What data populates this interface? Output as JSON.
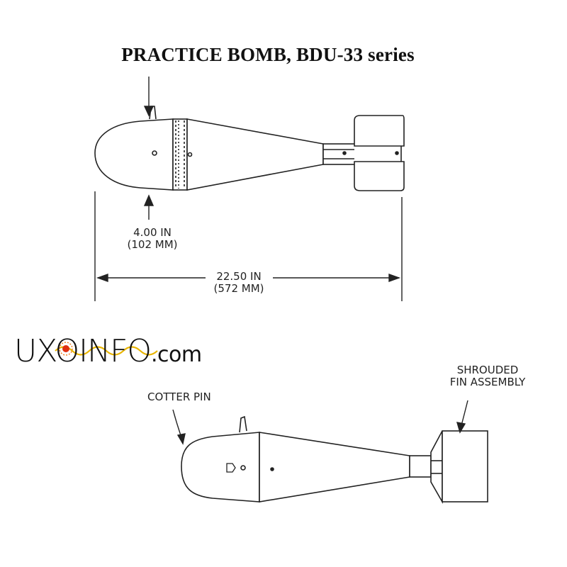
{
  "title": "PRACTICE BOMB, BDU-33 series",
  "dimensions": {
    "diameter": {
      "in": "4.00 IN",
      "mm": "(102 MM)"
    },
    "length": {
      "in": "22.50 IN",
      "mm": "(572 MM)"
    }
  },
  "logo": {
    "uxo": "UXO",
    "info": "INFO",
    "dot_com": ".com"
  },
  "callouts": {
    "cotter_pin": "COTTER PIN",
    "shrouded_fin_line1": "SHROUDED",
    "shrouded_fin_line2": "FIN ASSEMBLY"
  },
  "colors": {
    "line": "#222222",
    "logo_wave": "#e8b400",
    "logo_star": "#e03010"
  }
}
